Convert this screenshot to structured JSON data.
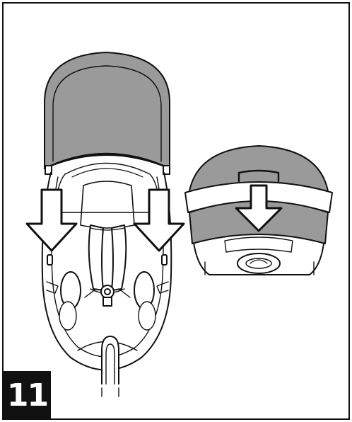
{
  "step": {
    "number": "11"
  },
  "figure": {
    "views": [
      "car-seat-top-view",
      "car-seat-canopy-front-view"
    ],
    "colors": {
      "line": "#111111",
      "canopy_fill": "#9a9a9a",
      "background": "#ffffff"
    },
    "icons": [
      "down-arrow-icon",
      "down-arrow-icon",
      "down-arrow-icon"
    ]
  }
}
